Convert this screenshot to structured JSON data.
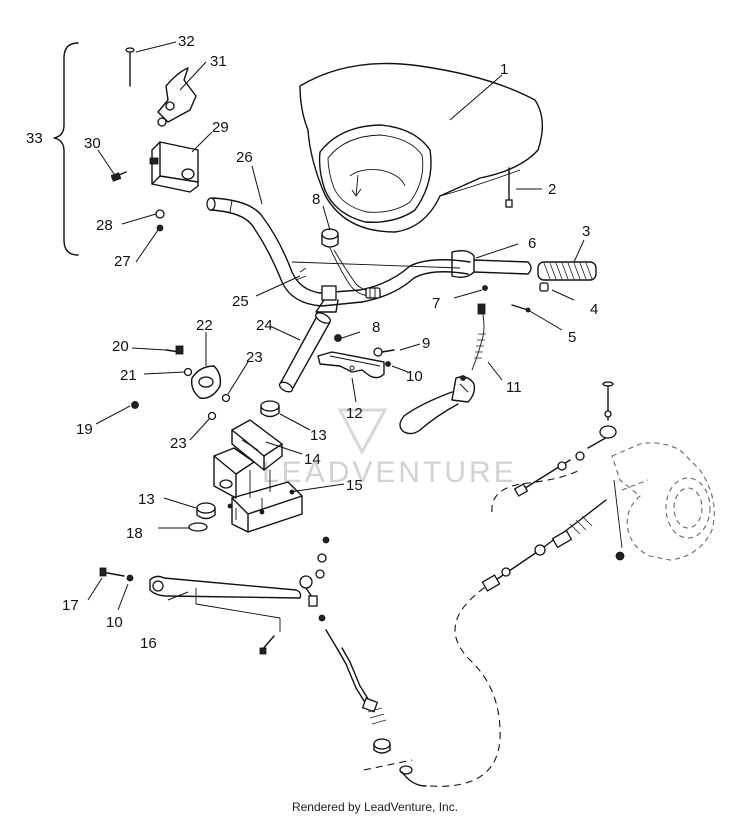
{
  "diagram": {
    "callouts": [
      {
        "id": "c1",
        "label": "1"
      },
      {
        "id": "c2",
        "label": "2"
      },
      {
        "id": "c3",
        "label": "3"
      },
      {
        "id": "c4",
        "label": "4"
      },
      {
        "id": "c5",
        "label": "5"
      },
      {
        "id": "c6",
        "label": "6"
      },
      {
        "id": "c7",
        "label": "7"
      },
      {
        "id": "c8a",
        "label": "8"
      },
      {
        "id": "c8b",
        "label": "8"
      },
      {
        "id": "c9",
        "label": "9"
      },
      {
        "id": "c10a",
        "label": "10"
      },
      {
        "id": "c10b",
        "label": "10"
      },
      {
        "id": "c11",
        "label": "11"
      },
      {
        "id": "c12",
        "label": "12"
      },
      {
        "id": "c13a",
        "label": "13"
      },
      {
        "id": "c13b",
        "label": "13"
      },
      {
        "id": "c14",
        "label": "14"
      },
      {
        "id": "c15",
        "label": "15"
      },
      {
        "id": "c16",
        "label": "16"
      },
      {
        "id": "c17",
        "label": "17"
      },
      {
        "id": "c18",
        "label": "18"
      },
      {
        "id": "c19",
        "label": "19"
      },
      {
        "id": "c20",
        "label": "20"
      },
      {
        "id": "c21",
        "label": "21"
      },
      {
        "id": "c22",
        "label": "22"
      },
      {
        "id": "c23a",
        "label": "23"
      },
      {
        "id": "c23b",
        "label": "23"
      },
      {
        "id": "c24",
        "label": "24"
      },
      {
        "id": "c25",
        "label": "25"
      },
      {
        "id": "c26",
        "label": "26"
      },
      {
        "id": "c27",
        "label": "27"
      },
      {
        "id": "c28",
        "label": "28"
      },
      {
        "id": "c29",
        "label": "29"
      },
      {
        "id": "c30",
        "label": "30"
      },
      {
        "id": "c31",
        "label": "31"
      },
      {
        "id": "c32",
        "label": "32"
      },
      {
        "id": "c33",
        "label": "33"
      }
    ],
    "watermark": "LEADVENTURE"
  },
  "footer": {
    "text": "Rendered by LeadVenture, Inc."
  }
}
